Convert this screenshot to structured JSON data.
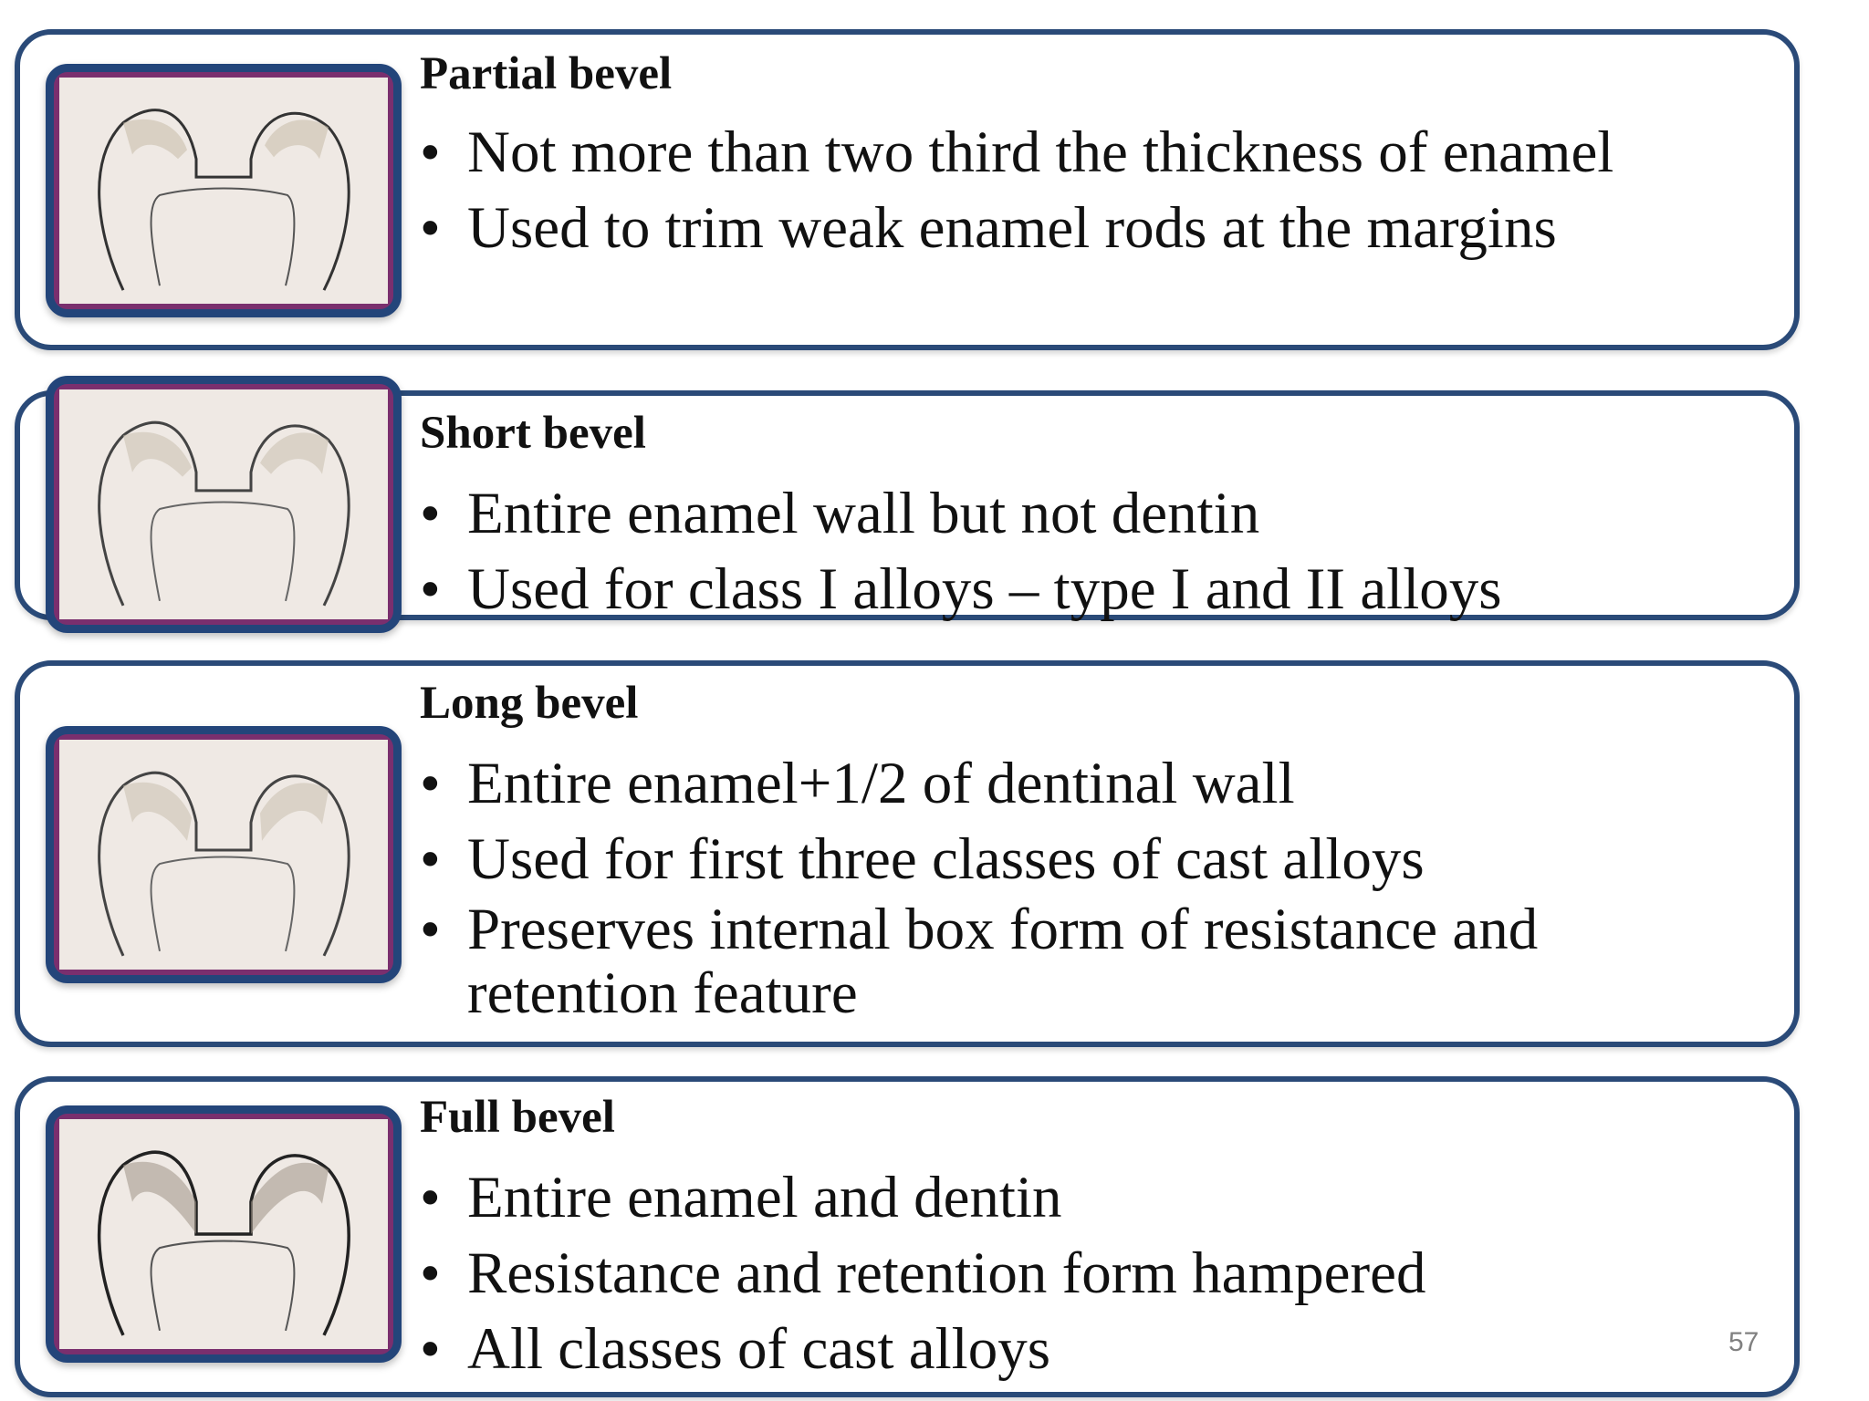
{
  "sections": [
    {
      "heading": "Partial bevel",
      "bullets": [
        "Not more than two third the thickness of enamel",
        "Used to trim weak enamel rods at the margins"
      ],
      "image_icon": "tooth-cavity-diagram-icon"
    },
    {
      "heading": "Short bevel",
      "bullets": [
        "Entire enamel wall but not dentin",
        "Used for class I alloys – type I and II alloys"
      ],
      "image_icon": "tooth-cavity-diagram-icon"
    },
    {
      "heading": "Long bevel",
      "bullets": [
        "Entire enamel+1/2 of dentinal wall",
        "Used for first three classes of cast alloys",
        "Preserves internal box form of resistance and retention  feature"
      ],
      "image_icon": "tooth-cavity-diagram-icon"
    },
    {
      "heading": "Full bevel",
      "bullets": [
        "Entire enamel and dentin",
        "Resistance and retention form hampered",
        "All classes of cast alloys"
      ],
      "image_icon": "tooth-cavity-diagram-icon"
    }
  ],
  "page_number": "57",
  "colors": {
    "panel_border": "#2a4a78",
    "thumb_border": "#23457a",
    "page_number": "#808080"
  }
}
